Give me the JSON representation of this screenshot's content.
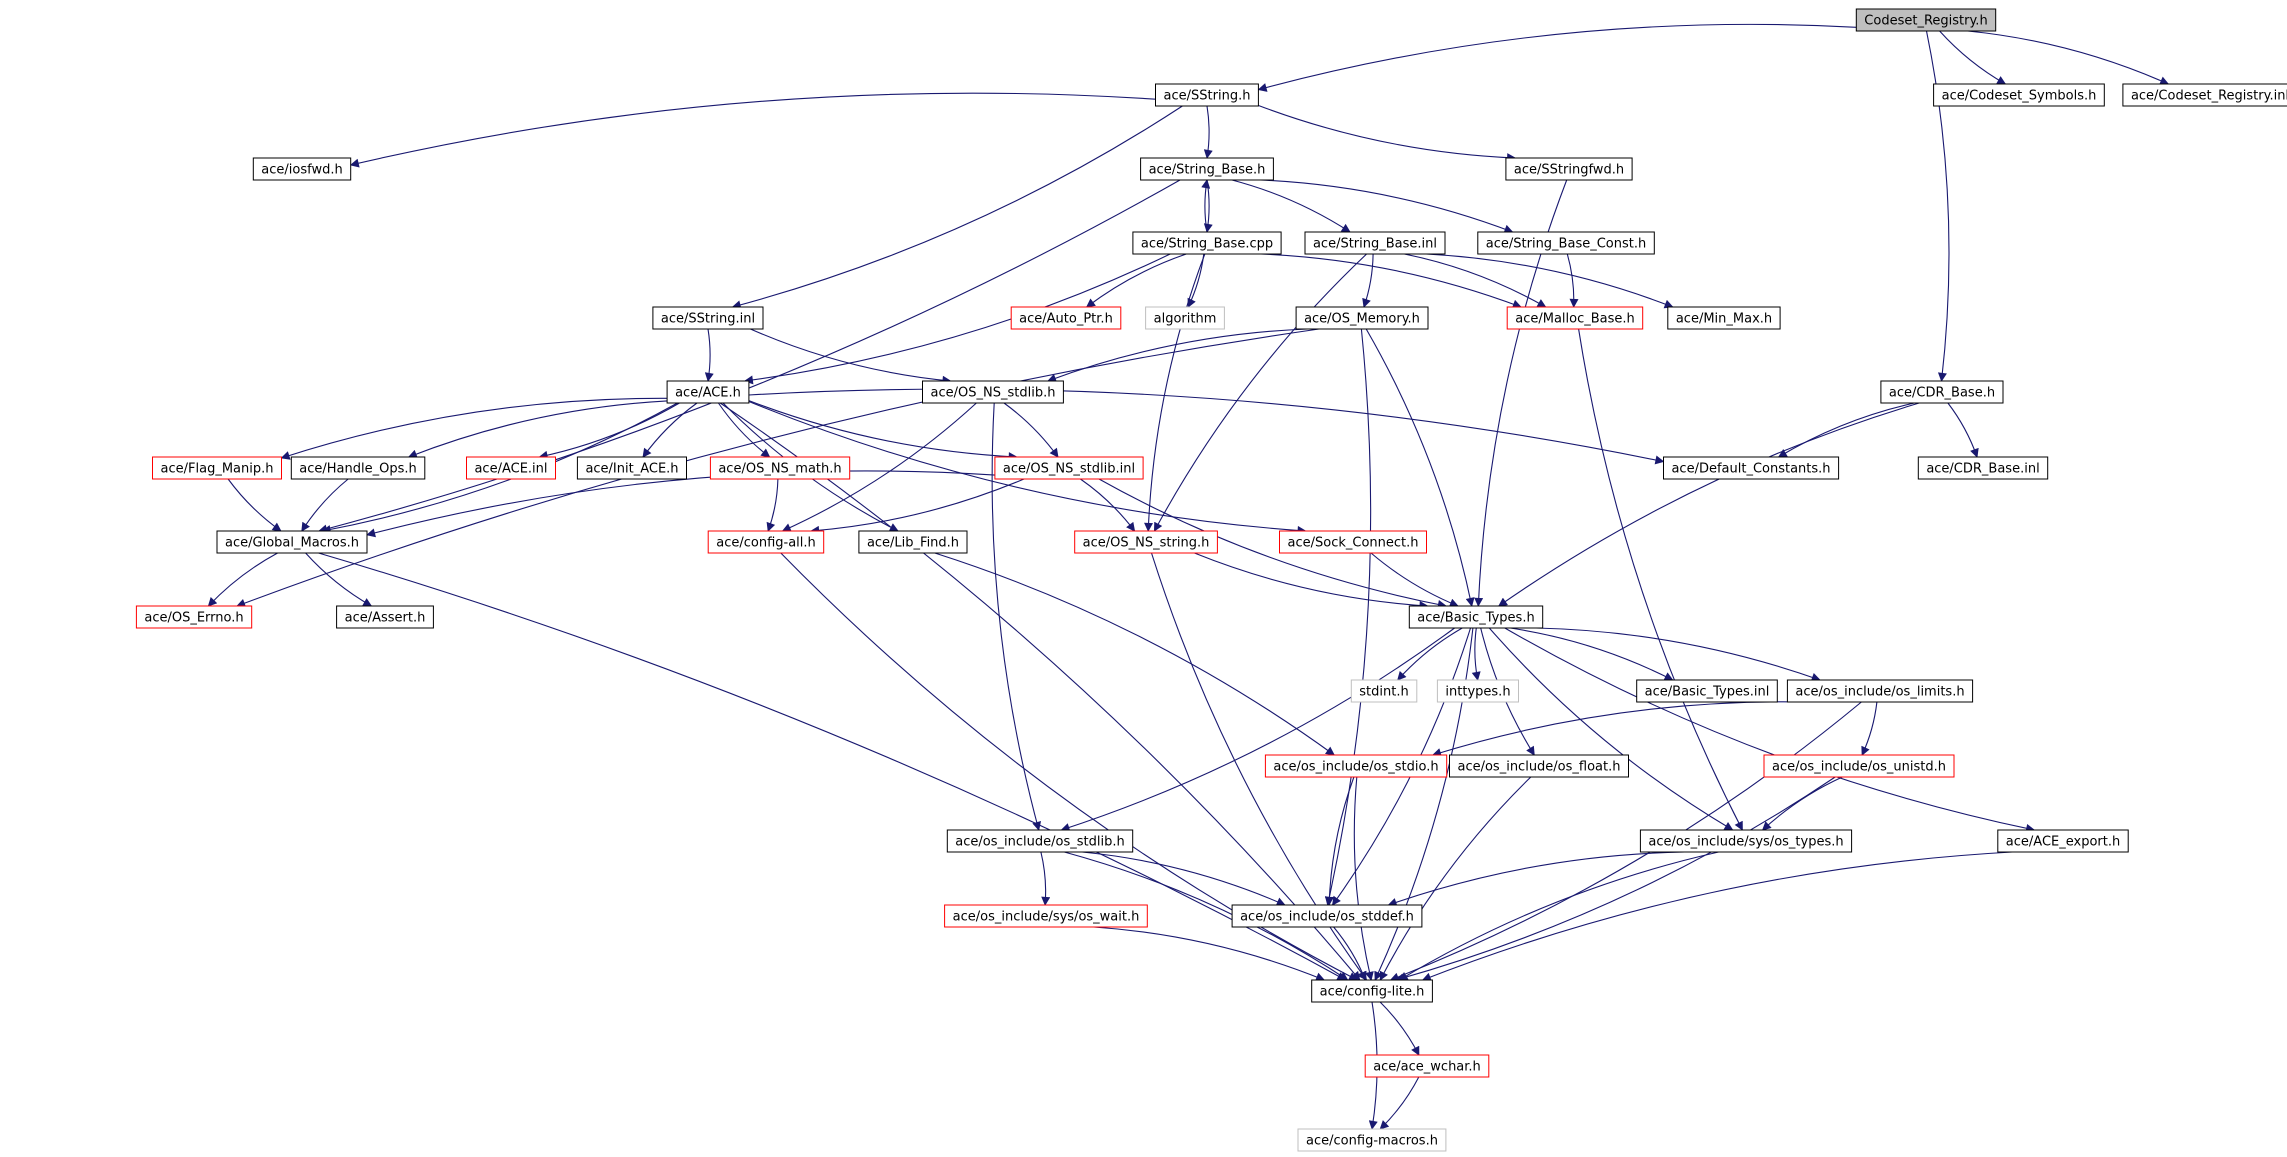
{
  "colors": {
    "edge": "#191970",
    "border_black": "#000000",
    "border_red": "#ff0000",
    "border_gray": "#bfbfbf",
    "root_fill": "#bfbfbf"
  },
  "nodes": [
    {
      "id": "codeset_registry_h",
      "label": "Codeset_Registry.h",
      "style": "root"
    },
    {
      "id": "sstring_h",
      "label": "ace/SString.h",
      "style": "black"
    },
    {
      "id": "codeset_symbols_h",
      "label": "ace/Codeset_Symbols.h",
      "style": "black"
    },
    {
      "id": "codeset_registry_inl",
      "label": "ace/Codeset_Registry.inl",
      "style": "black"
    },
    {
      "id": "iosfwd_h",
      "label": "ace/iosfwd.h",
      "style": "black"
    },
    {
      "id": "string_base_h",
      "label": "ace/String_Base.h",
      "style": "black"
    },
    {
      "id": "sstringfwd_h",
      "label": "ace/SStringfwd.h",
      "style": "black"
    },
    {
      "id": "string_base_cpp",
      "label": "ace/String_Base.cpp",
      "style": "black"
    },
    {
      "id": "string_base_inl",
      "label": "ace/String_Base.inl",
      "style": "black"
    },
    {
      "id": "string_base_const_h",
      "label": "ace/String_Base_Const.h",
      "style": "black"
    },
    {
      "id": "sstring_inl",
      "label": "ace/SString.inl",
      "style": "black"
    },
    {
      "id": "auto_ptr_h",
      "label": "ace/Auto_Ptr.h",
      "style": "red"
    },
    {
      "id": "algorithm",
      "label": "algorithm",
      "style": "gray"
    },
    {
      "id": "os_memory_h",
      "label": "ace/OS_Memory.h",
      "style": "black"
    },
    {
      "id": "malloc_base_h",
      "label": "ace/Malloc_Base.h",
      "style": "red"
    },
    {
      "id": "min_max_h",
      "label": "ace/Min_Max.h",
      "style": "black"
    },
    {
      "id": "ace_h",
      "label": "ace/ACE.h",
      "style": "black"
    },
    {
      "id": "os_ns_stdlib_h",
      "label": "ace/OS_NS_stdlib.h",
      "style": "black"
    },
    {
      "id": "cdr_base_h",
      "label": "ace/CDR_Base.h",
      "style": "black"
    },
    {
      "id": "flag_manip_h",
      "label": "ace/Flag_Manip.h",
      "style": "red"
    },
    {
      "id": "handle_ops_h",
      "label": "ace/Handle_Ops.h",
      "style": "black"
    },
    {
      "id": "ace_inl",
      "label": "ace/ACE.inl",
      "style": "red"
    },
    {
      "id": "init_ace_h",
      "label": "ace/Init_ACE.h",
      "style": "black"
    },
    {
      "id": "os_ns_math_h",
      "label": "ace/OS_NS_math.h",
      "style": "red"
    },
    {
      "id": "os_ns_stdlib_inl",
      "label": "ace/OS_NS_stdlib.inl",
      "style": "red"
    },
    {
      "id": "default_constants_h",
      "label": "ace/Default_Constants.h",
      "style": "black"
    },
    {
      "id": "cdr_base_inl",
      "label": "ace/CDR_Base.inl",
      "style": "black"
    },
    {
      "id": "global_macros_h",
      "label": "ace/Global_Macros.h",
      "style": "black"
    },
    {
      "id": "config_all_h",
      "label": "ace/config-all.h",
      "style": "red"
    },
    {
      "id": "lib_find_h",
      "label": "ace/Lib_Find.h",
      "style": "black"
    },
    {
      "id": "os_ns_string_h",
      "label": "ace/OS_NS_string.h",
      "style": "red"
    },
    {
      "id": "sock_connect_h",
      "label": "ace/Sock_Connect.h",
      "style": "red"
    },
    {
      "id": "os_errno_h",
      "label": "ace/OS_Errno.h",
      "style": "red"
    },
    {
      "id": "assert_h",
      "label": "ace/Assert.h",
      "style": "black"
    },
    {
      "id": "basic_types_h",
      "label": "ace/Basic_Types.h",
      "style": "black"
    },
    {
      "id": "stdint_h",
      "label": "stdint.h",
      "style": "gray"
    },
    {
      "id": "inttypes_h",
      "label": "inttypes.h",
      "style": "gray"
    },
    {
      "id": "basic_types_inl",
      "label": "ace/Basic_Types.inl",
      "style": "black"
    },
    {
      "id": "os_limits_h",
      "label": "ace/os_include/os_limits.h",
      "style": "black"
    },
    {
      "id": "os_stdio_h",
      "label": "ace/os_include/os_stdio.h",
      "style": "red"
    },
    {
      "id": "os_float_h",
      "label": "ace/os_include/os_float.h",
      "style": "black"
    },
    {
      "id": "os_unistd_h",
      "label": "ace/os_include/os_unistd.h",
      "style": "red"
    },
    {
      "id": "os_stdlib_h",
      "label": "ace/os_include/os_stdlib.h",
      "style": "black"
    },
    {
      "id": "os_types_h",
      "label": "ace/os_include/sys/os_types.h",
      "style": "black"
    },
    {
      "id": "ace_export_h",
      "label": "ace/ACE_export.h",
      "style": "black"
    },
    {
      "id": "os_wait_h",
      "label": "ace/os_include/sys/os_wait.h",
      "style": "red"
    },
    {
      "id": "os_stddef_h",
      "label": "ace/os_include/os_stddef.h",
      "style": "black"
    },
    {
      "id": "config_lite_h",
      "label": "ace/config-lite.h",
      "style": "black"
    },
    {
      "id": "ace_wchar_h",
      "label": "ace/ace_wchar.h",
      "style": "red"
    },
    {
      "id": "config_macros_h",
      "label": "ace/config-macros.h",
      "style": "gray"
    }
  ],
  "edges": [
    [
      "codeset_registry_h",
      "sstring_h"
    ],
    [
      "codeset_registry_h",
      "codeset_symbols_h"
    ],
    [
      "codeset_registry_h",
      "codeset_registry_inl"
    ],
    [
      "codeset_registry_h",
      "cdr_base_h"
    ],
    [
      "sstring_h",
      "iosfwd_h"
    ],
    [
      "sstring_h",
      "string_base_h"
    ],
    [
      "sstring_h",
      "sstringfwd_h"
    ],
    [
      "sstring_h",
      "sstring_inl"
    ],
    [
      "string_base_h",
      "string_base_cpp"
    ],
    [
      "string_base_cpp",
      "string_base_h"
    ],
    [
      "string_base_h",
      "string_base_inl"
    ],
    [
      "string_base_h",
      "string_base_const_h"
    ],
    [
      "string_base_h",
      "global_macros_h"
    ],
    [
      "string_base_cpp",
      "auto_ptr_h"
    ],
    [
      "string_base_cpp",
      "algorithm"
    ],
    [
      "string_base_cpp",
      "malloc_base_h"
    ],
    [
      "string_base_cpp",
      "ace_h"
    ],
    [
      "string_base_cpp",
      "os_ns_string_h"
    ],
    [
      "string_base_inl",
      "malloc_base_h"
    ],
    [
      "string_base_inl",
      "min_max_h"
    ],
    [
      "string_base_inl",
      "os_memory_h"
    ],
    [
      "string_base_inl",
      "os_ns_string_h"
    ],
    [
      "string_base_const_h",
      "malloc_base_h"
    ],
    [
      "sstringfwd_h",
      "basic_types_h"
    ],
    [
      "sstring_inl",
      "ace_h"
    ],
    [
      "sstring_inl",
      "os_ns_stdlib_h"
    ],
    [
      "os_memory_h",
      "os_ns_stdlib_h"
    ],
    [
      "os_memory_h",
      "os_errno_h"
    ],
    [
      "os_memory_h",
      "basic_types_h"
    ],
    [
      "os_memory_h",
      "os_stddef_h"
    ],
    [
      "malloc_base_h",
      "os_types_h"
    ],
    [
      "ace_h",
      "flag_manip_h"
    ],
    [
      "ace_h",
      "handle_ops_h"
    ],
    [
      "ace_h",
      "ace_inl"
    ],
    [
      "ace_h",
      "init_ace_h"
    ],
    [
      "ace_h",
      "os_ns_math_h"
    ],
    [
      "ace_h",
      "os_ns_stdlib_inl"
    ],
    [
      "ace_h",
      "default_constants_h"
    ],
    [
      "ace_h",
      "lib_find_h"
    ],
    [
      "ace_h",
      "sock_connect_h"
    ],
    [
      "ace_h",
      "global_macros_h"
    ],
    [
      "ace_h",
      "config_lite_h"
    ],
    [
      "os_ns_stdlib_h",
      "os_ns_stdlib_inl"
    ],
    [
      "os_ns_stdlib_h",
      "config_all_h"
    ],
    [
      "os_ns_stdlib_h",
      "os_stdlib_h"
    ],
    [
      "os_ns_stdlib_inl",
      "global_macros_h"
    ],
    [
      "os_ns_stdlib_inl",
      "config_all_h"
    ],
    [
      "os_ns_stdlib_inl",
      "os_ns_string_h"
    ],
    [
      "os_ns_stdlib_inl",
      "basic_types_h"
    ],
    [
      "cdr_base_h",
      "default_constants_h"
    ],
    [
      "cdr_base_h",
      "cdr_base_inl"
    ],
    [
      "cdr_base_h",
      "basic_types_h"
    ],
    [
      "flag_manip_h",
      "global_macros_h"
    ],
    [
      "handle_ops_h",
      "global_macros_h"
    ],
    [
      "os_ns_math_h",
      "config_all_h"
    ],
    [
      "global_macros_h",
      "os_errno_h"
    ],
    [
      "global_macros_h",
      "assert_h"
    ],
    [
      "global_macros_h",
      "config_lite_h"
    ],
    [
      "config_all_h",
      "config_lite_h"
    ],
    [
      "lib_find_h",
      "os_stdio_h"
    ],
    [
      "os_ns_string_h",
      "basic_types_h"
    ],
    [
      "os_ns_string_h",
      "config_lite_h"
    ],
    [
      "sock_connect_h",
      "basic_types_h"
    ],
    [
      "basic_types_h",
      "stdint_h"
    ],
    [
      "basic_types_h",
      "inttypes_h"
    ],
    [
      "basic_types_h",
      "basic_types_inl"
    ],
    [
      "basic_types_h",
      "os_limits_h"
    ],
    [
      "basic_types_h",
      "os_float_h"
    ],
    [
      "basic_types_h",
      "os_stdlib_h"
    ],
    [
      "basic_types_h",
      "os_types_h"
    ],
    [
      "basic_types_h",
      "ace_export_h"
    ],
    [
      "basic_types_h",
      "os_stddef_h"
    ],
    [
      "basic_types_h",
      "config_lite_h"
    ],
    [
      "os_limits_h",
      "os_stdio_h"
    ],
    [
      "os_limits_h",
      "os_unistd_h"
    ],
    [
      "os_limits_h",
      "config_lite_h"
    ],
    [
      "os_stdio_h",
      "os_stddef_h"
    ],
    [
      "os_stdio_h",
      "config_lite_h"
    ],
    [
      "os_float_h",
      "config_lite_h"
    ],
    [
      "os_unistd_h",
      "os_types_h"
    ],
    [
      "os_unistd_h",
      "config_lite_h"
    ],
    [
      "os_stdlib_h",
      "os_wait_h"
    ],
    [
      "os_stdlib_h",
      "os_stddef_h"
    ],
    [
      "os_stdlib_h",
      "config_lite_h"
    ],
    [
      "os_types_h",
      "os_stddef_h"
    ],
    [
      "os_types_h",
      "config_lite_h"
    ],
    [
      "ace_export_h",
      "config_lite_h"
    ],
    [
      "os_wait_h",
      "config_lite_h"
    ],
    [
      "os_stddef_h",
      "config_lite_h"
    ],
    [
      "config_lite_h",
      "ace_wchar_h"
    ],
    [
      "config_lite_h",
      "config_macros_h"
    ],
    [
      "ace_wchar_h",
      "config_macros_h"
    ]
  ]
}
